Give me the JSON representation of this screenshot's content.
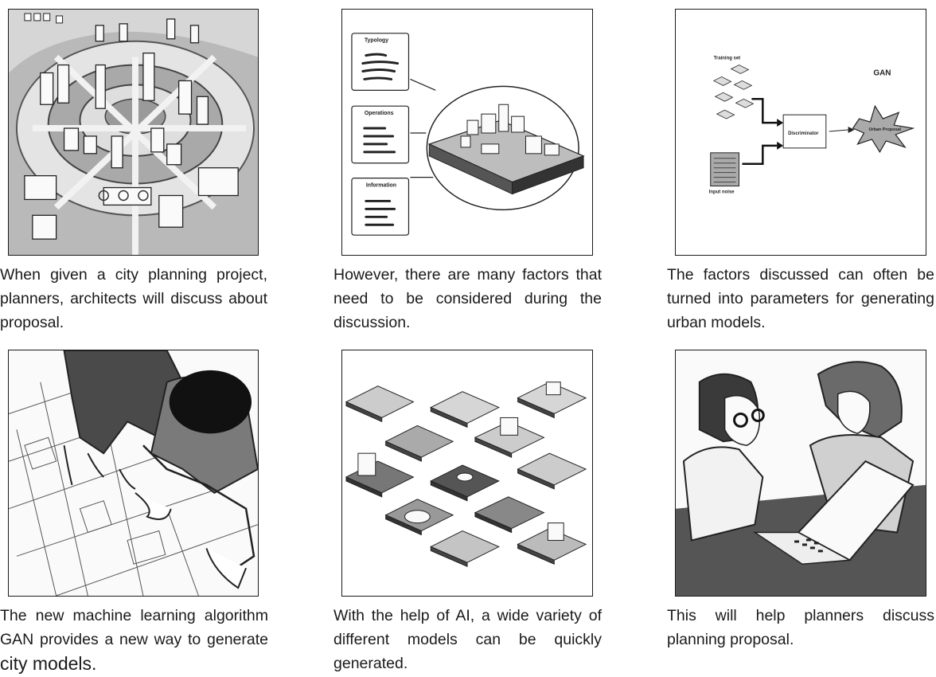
{
  "panels": [
    {
      "caption": "When given a city planning project, planners, architects will discuss about proposal."
    },
    {
      "caption": "However, there are many factors that need to be considered during the discussion.",
      "labels": {
        "typology": "Typology",
        "operations": "Operations",
        "information": "Information"
      }
    },
    {
      "caption": "The factors discussed can often be turned into parameters for generating urban models.",
      "labels": {
        "training_set": "Training set",
        "gan": "GAN",
        "discriminator": "Discriminator",
        "urban_proposal": "Urban Proposal",
        "input_noise": "Input noise"
      }
    },
    {
      "caption_main": "The new machine learning algorithm GAN provides a new way to generate",
      "caption_end": "city models."
    },
    {
      "caption": "With the help of AI, a wide variety of different models can be quickly generated."
    },
    {
      "caption": "This will help planners discuss planning proposal."
    }
  ]
}
